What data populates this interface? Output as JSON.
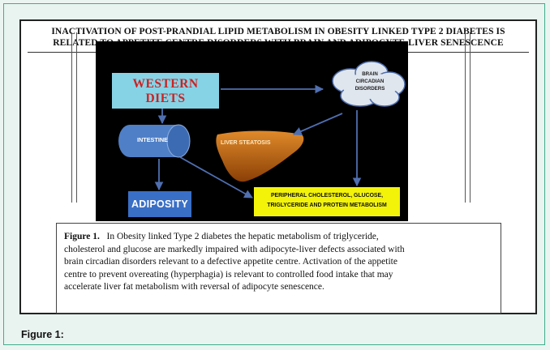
{
  "figure": {
    "title_line1": "INACTIVATION OF POST-PRANDIAL LIPID METABOLISM IN OBESITY LINKED TYPE 2 DIABETES IS",
    "title_line2": "RELATED TO APPETITE CENTRE DISORDERS WITH BRAIN AND ADIPOCYTE-LIVER SENESCENCE"
  },
  "diagram": {
    "western_line1": "WESTERN",
    "western_line2": "DIETS",
    "cloud_line1": "BRAIN",
    "cloud_line2": "CIRCADIAN",
    "cloud_line3": "DISORDERS",
    "intestine": "INTESTINE",
    "liver": "LIVER STEATOSIS",
    "adiposity": "ADIPOSITY",
    "peripheral_line1": "PERIPHERAL CHOLESTEROL, GLUCOSE,",
    "peripheral_line2": "TRIGLYCERIDE AND PROTEIN METABOLISM",
    "colors": {
      "panel_bg": "#000000",
      "western_bg": "#87d3e6",
      "western_text": "#cc2222",
      "intestine": "#4f7fc6",
      "liver": "#c96a12",
      "adiposity": "#3a6fc6",
      "peripheral_bg": "#f3f30a",
      "arrow": "#4f6fb0"
    }
  },
  "caption": {
    "label": "Figure 1.",
    "line1": "In Obesity linked Type 2 diabetes the hepatic metabolism of triglyceride,",
    "line2": "cholesterol and glucose are markedly impaired with adipocyte-liver defects associated with",
    "line3": "brain circadian disorders relevant to a defective appetite centre. Activation of the appetite",
    "line4": "centre to prevent overeating (hyperphagia) is relevant to controlled food intake that may",
    "line5": "accelerate liver fat metabolism with reversal of adipocyte senescence."
  },
  "footer": {
    "figure_label": "Figure 1:"
  }
}
